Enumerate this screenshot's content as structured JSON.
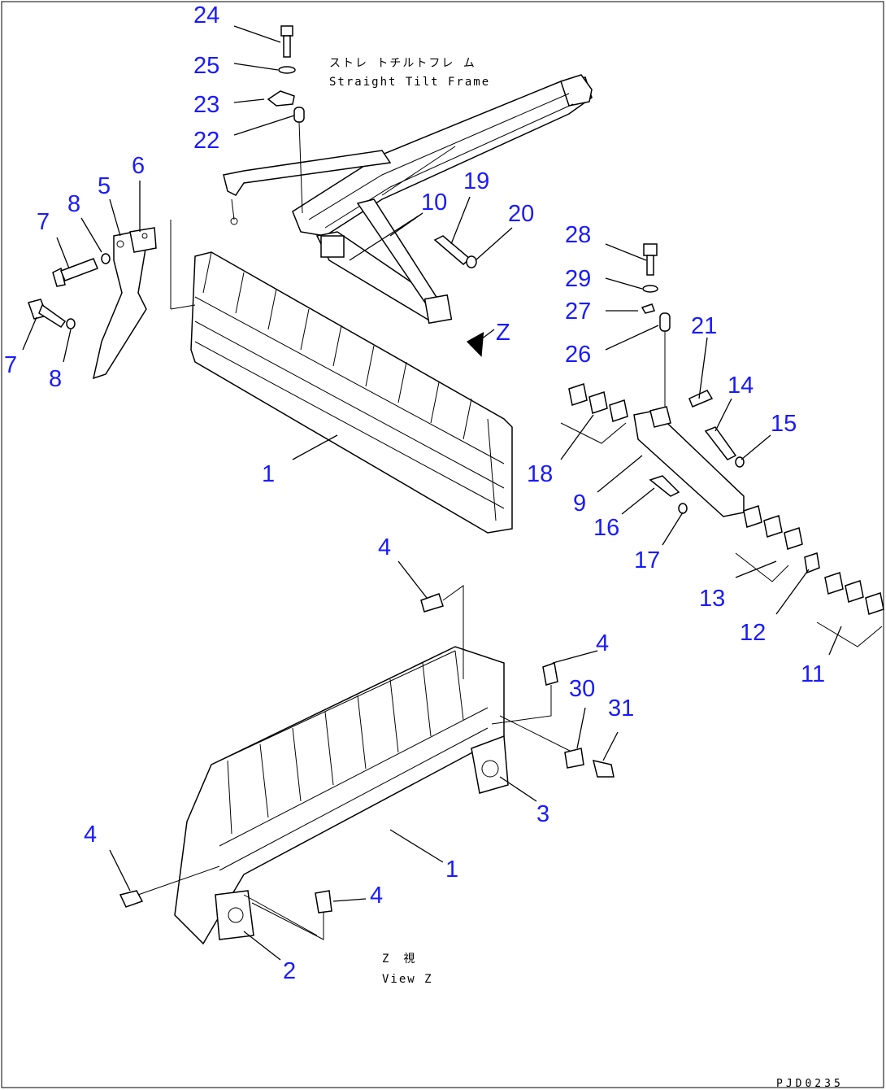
{
  "captions": {
    "frame_jp": "ストレ トチルトフレ ム",
    "frame_en": "Straight Tilt Frame",
    "view_jp": "Z　視",
    "view_en": "View Z",
    "z_marker": "Z",
    "drawing_code": "PJD0235"
  },
  "callouts": {
    "c24": "24",
    "c25": "25",
    "c23": "23",
    "c22": "22",
    "c6": "6",
    "c5": "5",
    "c8a": "8",
    "c7a": "7",
    "c7b": "7",
    "c8b": "8",
    "c19": "19",
    "c10": "10",
    "c20": "20",
    "c28": "28",
    "c29": "29",
    "c27": "27",
    "c26": "26",
    "c21": "21",
    "c14": "14",
    "c15": "15",
    "c18": "18",
    "c9": "9",
    "c16": "16",
    "c17": "17",
    "c13": "13",
    "c12": "12",
    "c11": "11",
    "c1a": "1",
    "c4a": "4",
    "c4b": "4",
    "c30": "30",
    "c31": "31",
    "c3": "3",
    "c1b": "1",
    "c4c": "4",
    "c4d": "4",
    "c2": "2"
  }
}
